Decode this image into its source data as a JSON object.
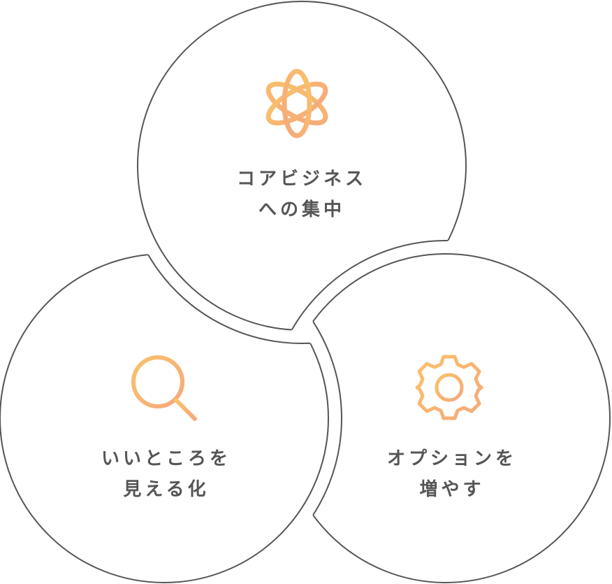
{
  "colors": {
    "stroke": "#555555",
    "icon_start": "#f9c06c",
    "icon_end": "#f6a97c",
    "background": "#ffffff"
  },
  "nodes": [
    {
      "id": "core-business",
      "icon": "atom-play-icon",
      "line1": "コアビジネス",
      "line2": "への集中"
    },
    {
      "id": "visualize-strengths",
      "icon": "search-icon",
      "line1": "いいところを",
      "line2": "見える化"
    },
    {
      "id": "increase-options",
      "icon": "gear-icon",
      "line1": "オプションを",
      "line2": "増やす"
    }
  ]
}
